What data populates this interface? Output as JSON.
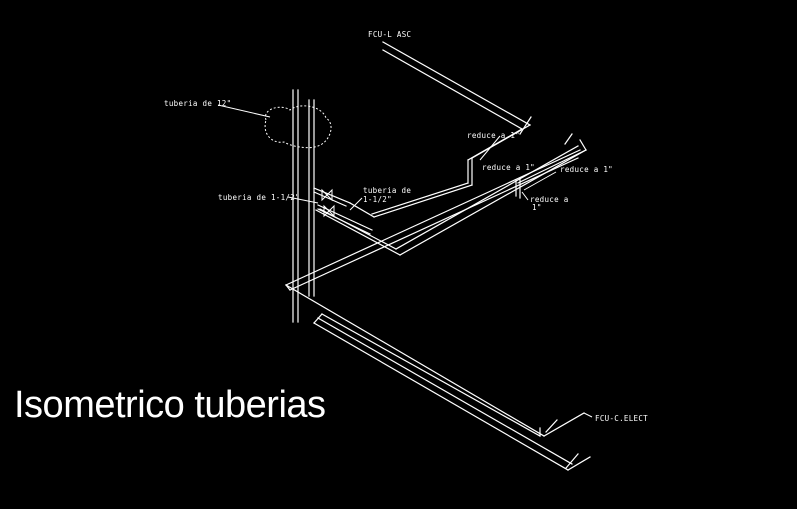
{
  "title": "Isometrico tuberias",
  "labels": {
    "fcu_asc": "FCU-L ASC",
    "tuberia_12": "tuberia de 12\"",
    "reduce_1_a": "reduce a 1\"",
    "reduce_1_b": "reduce a 1\"",
    "reduce_1_c": "reduce a 1\"",
    "reduce_1_d_line1": "reduce a",
    "reduce_1_d_line2": "1\"",
    "tuberia_112_line1": "tuberia de",
    "tuberia_112_line2": "1-1/2\"",
    "tuberia_112_left": "tuberia de 1-1/2\"",
    "fcu_elect": "FCU-C.ELECT"
  },
  "colors": {
    "background": "#000000",
    "linework": "#ffffff"
  }
}
